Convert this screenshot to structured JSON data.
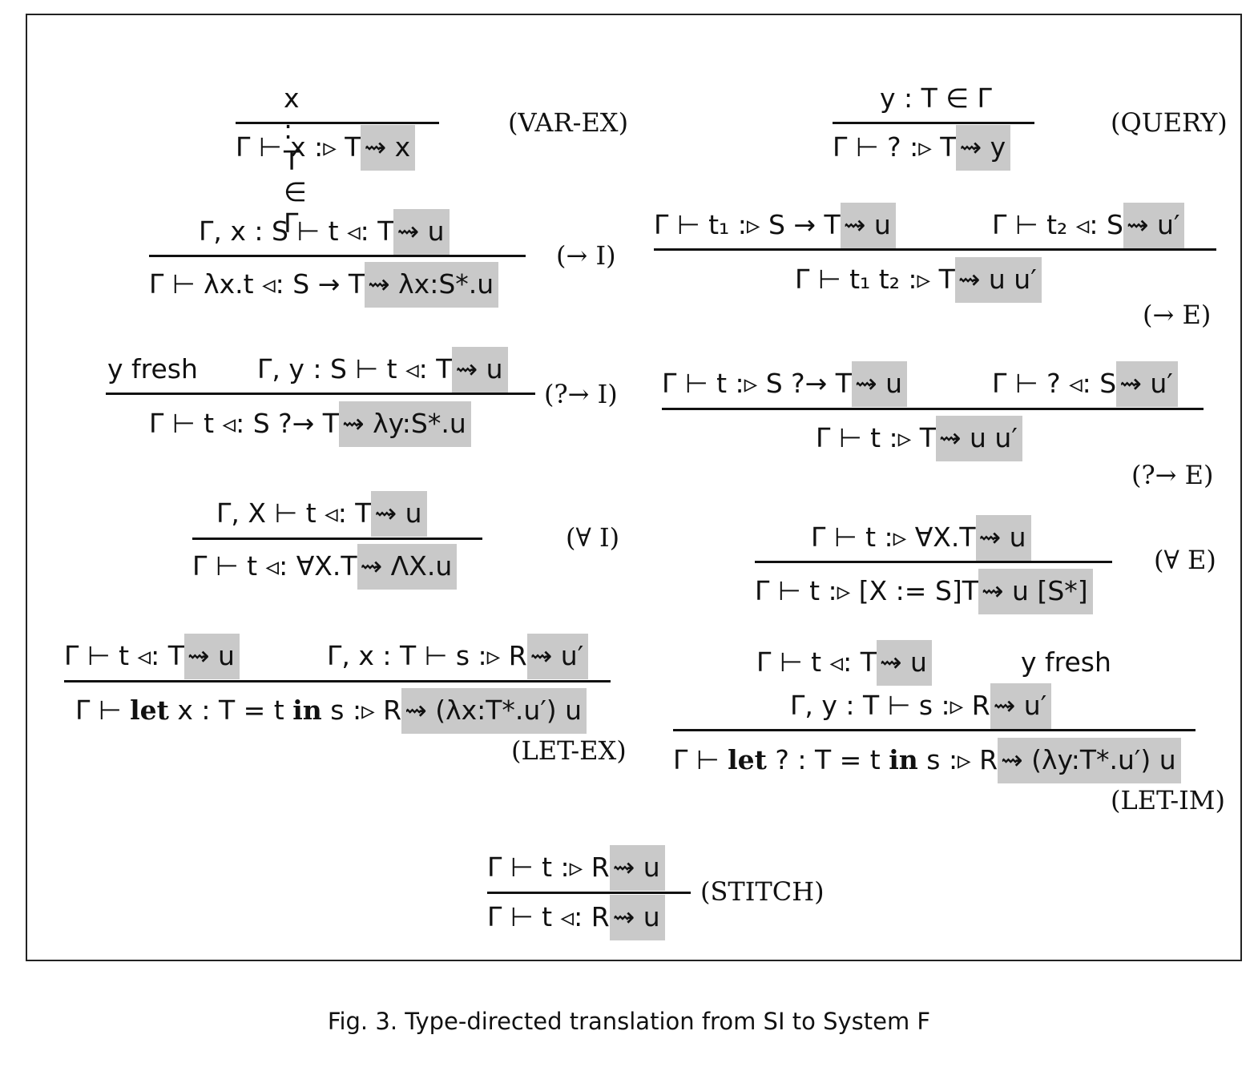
{
  "rules": {
    "var_ex": {
      "premise": "x : T ∈ Γ",
      "conclusion_main": "Γ ⊢ x  :▹ T",
      "conclusion_hl": "⇝ x",
      "name": "(VAR-EX)"
    },
    "query": {
      "premise": "y : T ∈ Γ",
      "conclusion_main": "Γ ⊢ ?  :▹ T",
      "conclusion_hl": "⇝ y",
      "name": "(QUERY)"
    },
    "arrow_i": {
      "premise_main": "Γ,  x : S ⊢ t ◃:  T",
      "premise_hl": "⇝ u",
      "conclusion_main": "Γ ⊢ λx.t ◃:  S → T",
      "conclusion_hl": "⇝ λx:S*.u",
      "name": "(→ I)"
    },
    "arrow_e": {
      "premise1_main": "Γ ⊢ t₁  :▹ S → T",
      "premise1_hl": "⇝ u",
      "premise2_main": "Γ ⊢ t₂ ◃:  S",
      "premise2_hl": "⇝ u′",
      "conclusion_main": "Γ ⊢ t₁ t₂  :▹ T",
      "conclusion_hl": "⇝ u u′",
      "name": "(→ E)"
    },
    "imp_i": {
      "premise1": "y fresh",
      "premise2_main": "Γ,  y : S ⊢ t ◃:  T",
      "premise2_hl": "⇝ u",
      "conclusion_main": "Γ ⊢ t ◃:  S ?→ T",
      "conclusion_hl": "⇝ λy:S*.u",
      "name": "(?→ I)"
    },
    "imp_e": {
      "premise1_main": "Γ ⊢ t  :▹ S ?→ T",
      "premise1_hl": "⇝ u",
      "premise2_main": "Γ ⊢ ? ◃:  S",
      "premise2_hl": "⇝ u′",
      "conclusion_main": "Γ ⊢ t  :▹ T",
      "conclusion_hl": "⇝ u u′",
      "name": "(?→ E)"
    },
    "forall_i": {
      "premise_main": "Γ,  X ⊢ t ◃:  T",
      "premise_hl": "⇝ u",
      "conclusion_main": "Γ ⊢ t ◃:  ∀X.T",
      "conclusion_hl": "⇝ ΛX.u",
      "name": "(∀ I)"
    },
    "forall_e": {
      "premise_main": "Γ ⊢ t  :▹ ∀X.T",
      "premise_hl": "⇝ u",
      "conclusion_main": "Γ ⊢ t  :▹ [X := S]T",
      "conclusion_hl": "⇝ u [S*]",
      "name": "(∀ E)"
    },
    "let_ex": {
      "premise1_main": "Γ ⊢ t ◃:  T",
      "premise1_hl": "⇝ u",
      "premise2_main": "Γ, x : T ⊢ s  :▹ R",
      "premise2_hl": "⇝ u′",
      "conclusion_pre": "Γ ⊢ ",
      "conclusion_kw1": "let",
      "conclusion_mid": " x : T = t ",
      "conclusion_kw2": "in",
      "conclusion_post": " s  :▹ R",
      "conclusion_hl": "⇝ (λx:T*.u′) u",
      "name": "(LET-EX)"
    },
    "let_im": {
      "premise1_main": "Γ ⊢ t ◃:  T",
      "premise1_hl": "⇝ u",
      "premise1b": "y fresh",
      "premise2_main": "Γ, y : T ⊢ s  :▹ R",
      "premise2_hl": "⇝ u′",
      "conclusion_pre": "Γ ⊢ ",
      "conclusion_kw1": "let",
      "conclusion_mid": " ? : T = t ",
      "conclusion_kw2": "in",
      "conclusion_post": " s  :▹ R",
      "conclusion_hl": "⇝ (λy:T*.u′) u",
      "name": "(LET-IM)"
    },
    "stitch": {
      "premise_main": "Γ ⊢ t  :▹ R",
      "premise_hl": "⇝ u",
      "conclusion_main": "Γ ⊢ t ◃:  R",
      "conclusion_hl": "⇝ u",
      "name": "(STITCH)"
    }
  },
  "caption": "Fig. 3.  Type-directed translation from SI to System F"
}
